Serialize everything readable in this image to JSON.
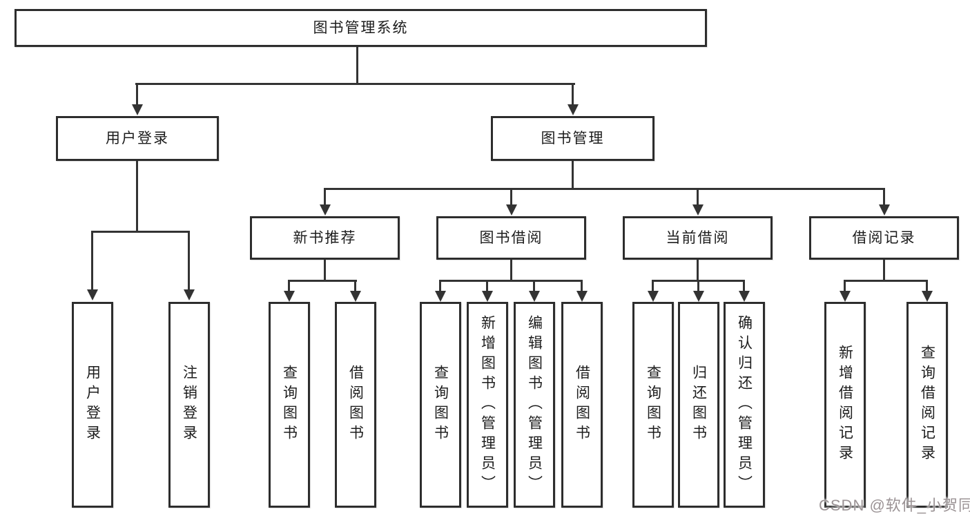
{
  "diagram": {
    "root": {
      "label": "图书管理系统"
    },
    "branches": [
      {
        "label": "用户登录",
        "children": [
          {
            "label": "用户登录"
          },
          {
            "label": "注销登录"
          }
        ]
      },
      {
        "label": "图书管理",
        "children": [
          {
            "label": "新书推荐",
            "children": [
              {
                "label": "查询图书"
              },
              {
                "label": "借阅图书"
              }
            ]
          },
          {
            "label": "图书借阅",
            "children": [
              {
                "label": "查询图书"
              },
              {
                "label": "新增图书（管理员）"
              },
              {
                "label": "编辑图书（管理员）"
              },
              {
                "label": "借阅图书"
              }
            ]
          },
          {
            "label": "当前借阅",
            "children": [
              {
                "label": "查询图书"
              },
              {
                "label": "归还图书"
              },
              {
                "label": "确认归还（管理员）"
              }
            ]
          },
          {
            "label": "借阅记录",
            "children": [
              {
                "label": "新增借阅记录"
              },
              {
                "label": "查询借阅记录"
              }
            ]
          }
        ]
      }
    ]
  },
  "watermark": {
    "text": "CSDN @软件_小贺同学"
  },
  "colors": {
    "line": "#333333",
    "box_border": "#2d2d2d",
    "box_fill": "#ffffff",
    "text": "#1c1c1c",
    "watermark": "#9b9395",
    "background": "#ffffff"
  }
}
